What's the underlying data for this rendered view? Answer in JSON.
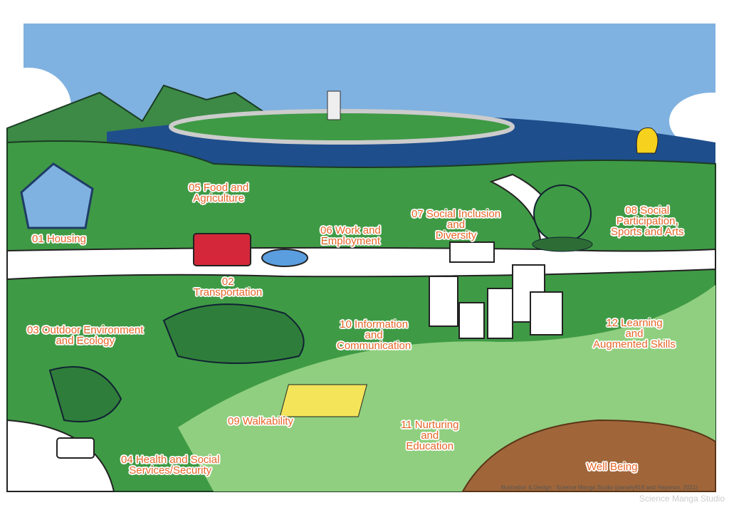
{
  "labels": {
    "housing": [
      "01 Housing"
    ],
    "transportation": [
      "02",
      "Transportation"
    ],
    "outdoor": [
      "03 Outdoor Environment",
      "and Ecology"
    ],
    "health": [
      "04 Health and Social",
      "Services/Security"
    ],
    "food": [
      "05 Food and",
      "Agriculture"
    ],
    "work": [
      "06 Work and",
      "Employment"
    ],
    "inclusion": [
      "07 Social Inclusion",
      "and",
      "Diversity"
    ],
    "participation": [
      "08 Social",
      "Participation,",
      "Sports and Arts"
    ],
    "walkability": [
      "09 Walkability"
    ],
    "information": [
      "10 Information",
      "and",
      "Communication"
    ],
    "nurturing": [
      "11 Nurturing",
      "and",
      "Education"
    ],
    "learning": [
      "12 Learning",
      "and",
      "Augmented Skills"
    ],
    "wellbeing": [
      "Well Being"
    ]
  },
  "credit": "Illustration & Design : Science  Manga Studio (parsely918 and Hayanon,  2021)",
  "watermark": "Science Manga Studio",
  "colors": {
    "sky": "#7fb2e0",
    "sea": "#1f4e8c",
    "grass": "#3f9a45",
    "light_grass": "#7fc46f",
    "road": "#ffffff",
    "label": "#e8672a"
  }
}
